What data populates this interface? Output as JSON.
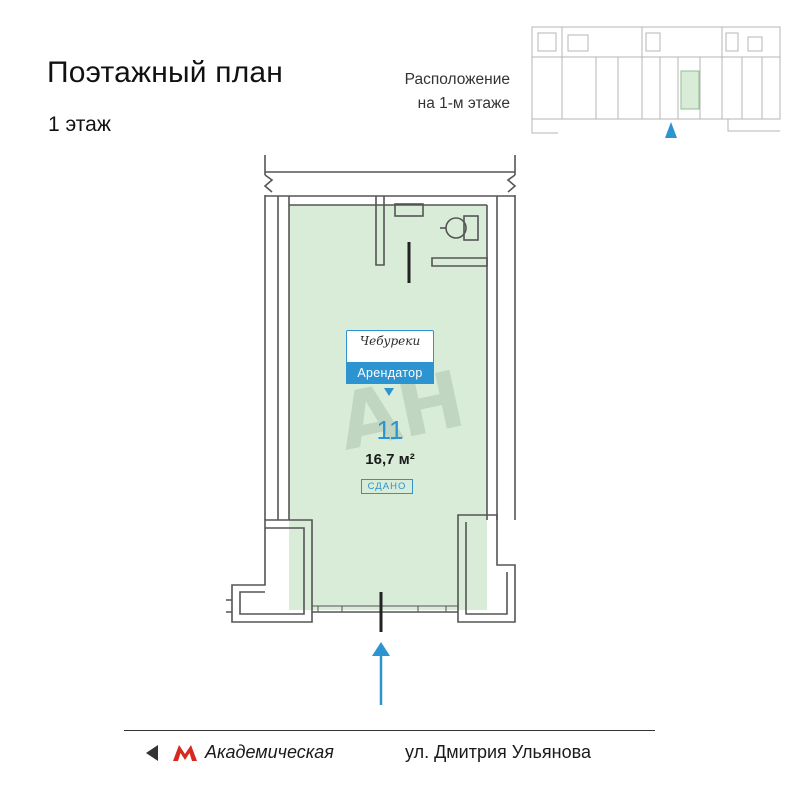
{
  "header": {
    "title": "Поэтажный план",
    "floor": "1 этаж"
  },
  "location": {
    "line1": "Расположение",
    "line2": "на 1-м этаже"
  },
  "unit": {
    "tenant_logo": "Чебуреки",
    "tenant_label": "Арендатор",
    "number": "11",
    "area": "16,7 м²",
    "status": "СДАНО"
  },
  "footer": {
    "metro": "Академическая",
    "street": "ул. Дмитрия Ульянова"
  },
  "colors": {
    "unit_fill": "#d8ecd8",
    "accent": "#2c94d0",
    "metro_red": "#d52b1e",
    "walls": "#555555"
  },
  "icons": {
    "metro": "metro-m-icon",
    "entrance": "entrance-arrow-icon",
    "direction": "triangle-left-icon",
    "locator": "triangle-up-icon"
  }
}
